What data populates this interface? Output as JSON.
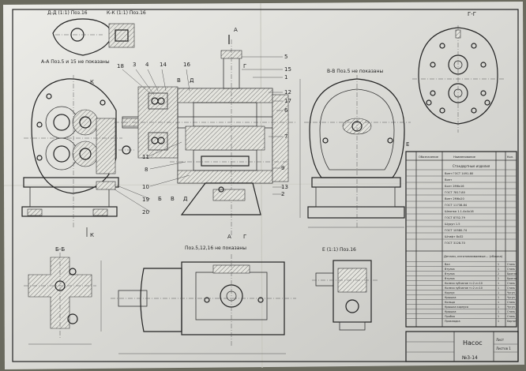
{
  "sheet": {
    "paper_color": "#e9e9e4",
    "line_color": "#2a2a2a",
    "view_labels": {
      "dd": "Д-Д (1:1) Поз.16",
      "kk": "К-К (1:1) Поз.16",
      "aa": "А-А Поз.5 и 15 не показаны",
      "vv": "В-В Поз.5 не показаны",
      "gg": "Г-Г",
      "bb": "Б-Б",
      "bottom_center": "Поз.5,12,16 не показаны",
      "ee": "Е (1:1) Поз.16"
    },
    "section_marks": [
      "А",
      "Б",
      "В",
      "Г",
      "К",
      "Е",
      "Д"
    ],
    "position_numbers": [
      "18",
      "3",
      "4",
      "14",
      "16",
      "5",
      "15",
      "1",
      "12",
      "17",
      "6",
      "7",
      "11",
      "8",
      "10",
      "19",
      "20",
      "9",
      "13",
      "2"
    ],
    "bom": {
      "header": [
        "Обозначение",
        "Наименование",
        "Кол."
      ],
      "section_standard": "Стандартные изделия",
      "section_purchased": "Детали, изготавливаемые... (сборка)",
      "standard_rows": [
        "Винт ГОСТ 1491-80",
        "Винт",
        "Болт 2М6х16",
        "ГОСТ 7817-80",
        "Винт 2М6х20",
        "ГОСТ 11738-84",
        "Шпонка 1.1-4х4х16",
        "ГОСТ 8752-79",
        "Шуруп 1.5",
        "ГОСТ 10580-74",
        "Штифт 8х32",
        "ГОСТ 3128-70"
      ],
      "part_rows": [
        [
          "Вал",
          "1",
          "Сталь"
        ],
        [
          "Втулка",
          "1",
          "Сталь"
        ],
        [
          "Втулка",
          "2",
          "Бронза"
        ],
        [
          "Втулка",
          "2",
          "Бронза"
        ],
        [
          "Колесо зубчатое т=2 z=10",
          "1",
          "Сталь"
        ],
        [
          "Колесо зубчатое т=2 z=10",
          "1",
          "Сталь"
        ],
        [
          "Корпус",
          "1",
          "Чугун"
        ],
        [
          "Крышка",
          "1",
          "Чугун"
        ],
        [
          "Кольцо",
          "1",
          "Сталь"
        ],
        [
          "Крышка корпуса",
          "1",
          "Чугун"
        ],
        [
          "Крышка",
          "1",
          "Сталь"
        ],
        [
          "Пробка",
          "1",
          "Сталь"
        ],
        [
          "Прокладка",
          "1",
          "Картон"
        ]
      ]
    },
    "title_block": {
      "name": "Насос",
      "doc_number": "№3-14",
      "sheet": "Лист",
      "sheets": "Листов 1"
    }
  }
}
